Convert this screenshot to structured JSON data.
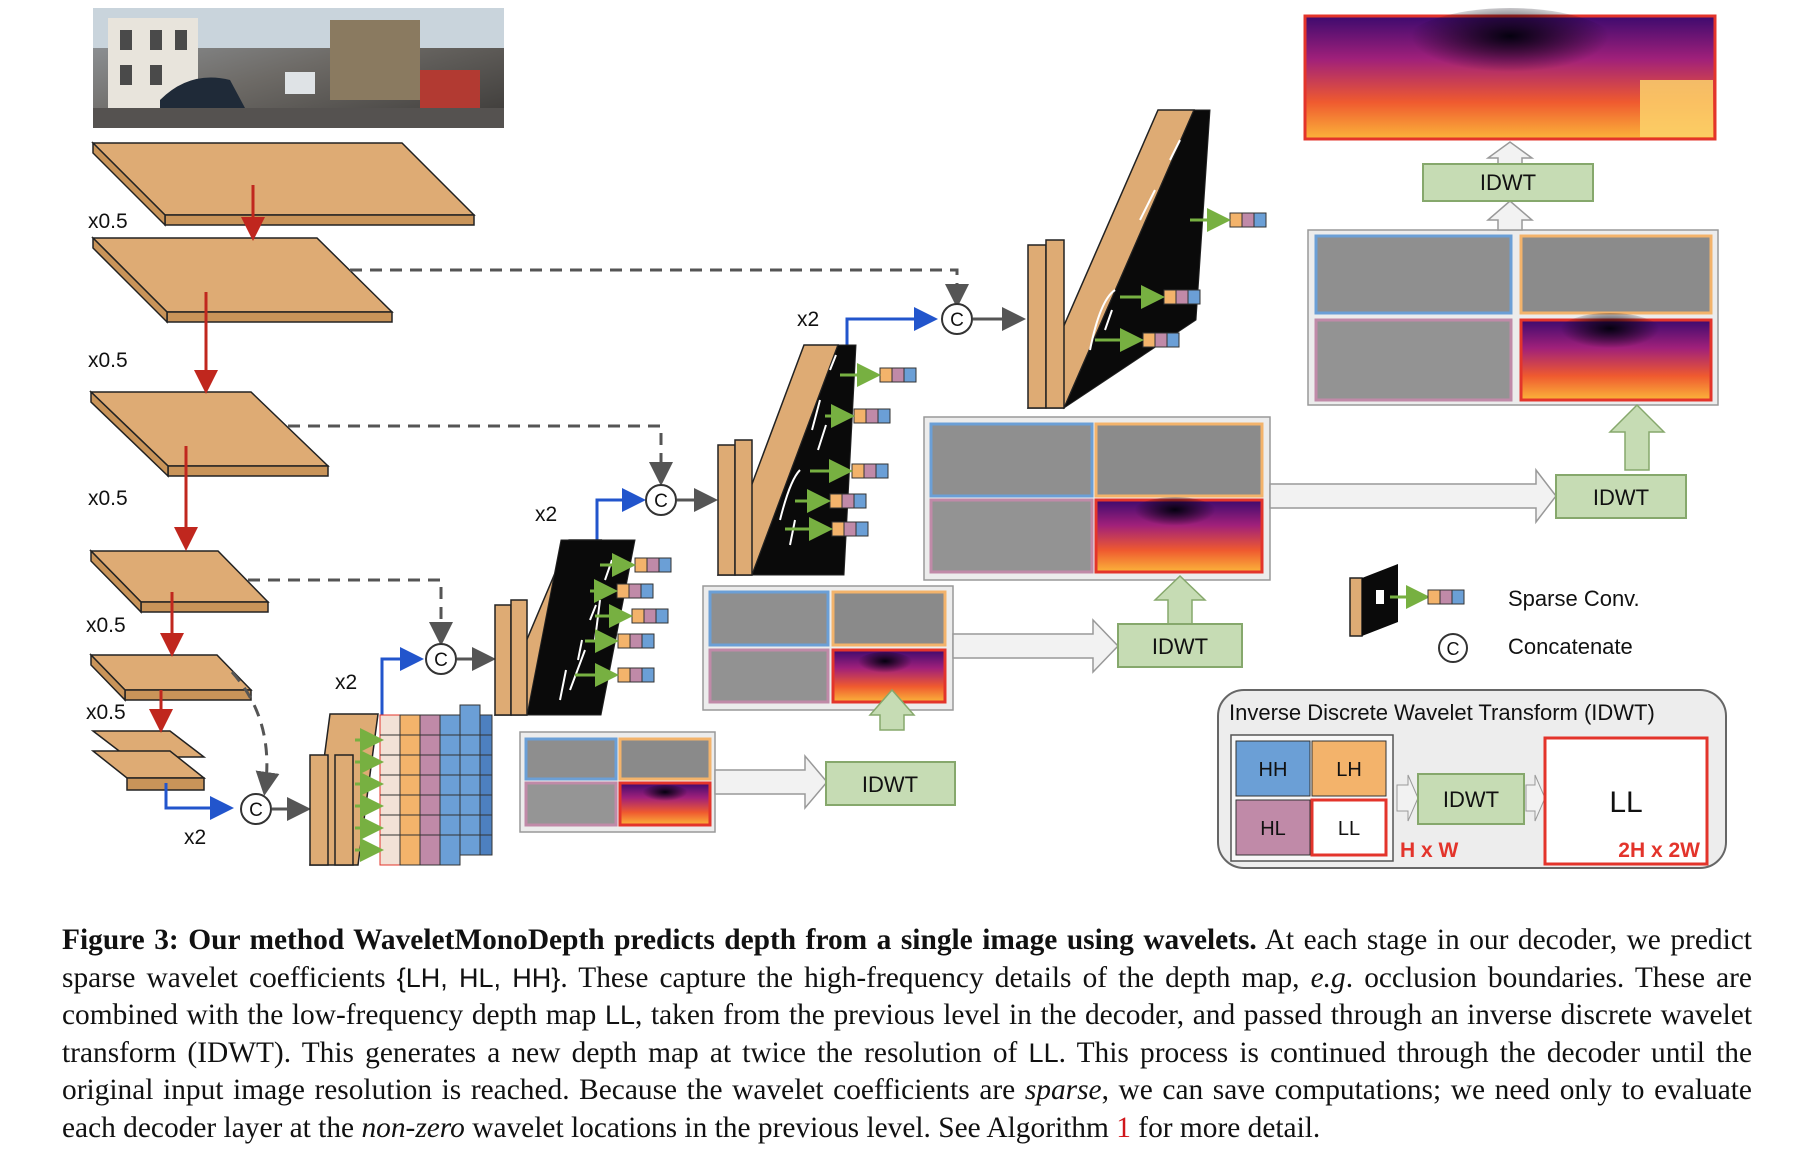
{
  "diagram": {
    "scale_labels": [
      "x0.5",
      "x0.5",
      "x0.5",
      "x0.5",
      "x0.5"
    ],
    "upsample_labels": [
      "x2",
      "x2",
      "x2",
      "x2"
    ],
    "concat_symbol": "C",
    "idwt_label": "IDWT",
    "legend": {
      "sparse_conv": "Sparse Conv.",
      "concatenate": "Concatenate"
    },
    "idwt_box": {
      "title": "Inverse Discrete Wavelet Transform (IDWT)",
      "quadrants": {
        "hh": "HH",
        "lh": "LH",
        "hl": "HL",
        "ll": "LL"
      },
      "op": "IDWT",
      "output": "LL",
      "input_size": "H x W",
      "output_size": "2H x 2W"
    },
    "colors": {
      "encoder": "#deab74",
      "arrow_red": "#c0271e",
      "arrow_blue": "#2255cc",
      "arrow_green": "#77b041",
      "idwt_fill": "#c6dcb4",
      "idwt_stroke": "#86a86c",
      "hh_blue": "#6b9fd6",
      "lh_orange": "#f3b36b",
      "hl_pink": "#c08aa8",
      "ll_red": "#e3342b"
    }
  },
  "caption": {
    "figure_label": "Figure 3:",
    "bold_title": "Our method WaveletMonoDepth predicts depth from a single image using wavelets.",
    "t1": "At each stage in our decoder, we predict sparse wavelet coefficients",
    "coeffs": "{LH, HL, HH}",
    "t2": ". These capture the high-frequency details of the depth map,",
    "eg": "e.g",
    "t3": ". occlusion boundaries. These are combined with the low-frequency depth map",
    "ll1": "LL",
    "t4": ", taken from the previous level in the decoder, and passed through an inverse discrete wavelet transform (IDWT). This generates a new depth map at twice the resolution of",
    "ll2": "LL",
    "t5": ". This process is continued through the decoder until the original input image resolution is reached. Because the wavelet coefficients are",
    "sparse": "sparse",
    "t6": ", we can save computations; we need only to evaluate each decoder layer at the",
    "nonzero": "non-zero",
    "t7": "wavelet locations in the previous level. See Algorithm",
    "algo_ref": "1",
    "t8": "for more detail."
  }
}
